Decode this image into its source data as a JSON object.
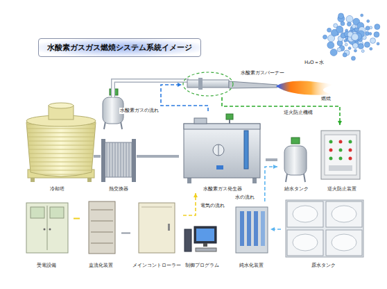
{
  "diagram": {
    "title": "水酸素ガスガス燃焼システム系統イメージ",
    "nodes": [
      {
        "text": [
          "冷却塔"
        ]
      },
      {
        "text": [
          "熱交換器"
        ]
      },
      {
        "text": [
          "水酸素ガス発生器"
        ]
      },
      {
        "text": [
          "給水タンク"
        ]
      },
      {
        "text": [
          "逆火防止装置"
        ]
      },
      {
        "text": [
          "受電設備"
        ]
      },
      {
        "text": [
          "直流化装置"
        ]
      },
      {
        "text": [
          "メインコントローラー"
        ]
      },
      {
        "text": [
          "制御プログラム"
        ]
      },
      {
        "text": [
          "純水化装置"
        ]
      },
      {
        "text": [
          "原水タンク"
        ]
      },
      {
        "text": [
          "水酸素ガスバーナー"
        ]
      }
    ],
    "edges": [
      {
        "from": 0,
        "to": 1,
        "arrow": "none"
      },
      {
        "from": 1,
        "to": 2,
        "arrow": "none"
      },
      {
        "from": 3,
        "to": 2,
        "arrow": "none"
      },
      {
        "from": 2,
        "to": 11,
        "arrow": "to",
        "label": "水酸素ガスの流れ"
      },
      {
        "from": 11,
        "to": 4,
        "arrow": "to",
        "label": "逆火防止機構"
      },
      {
        "from": 7,
        "to": 2,
        "arrow": "to",
        "label": "電気の流れ"
      },
      {
        "from": 5,
        "to": 6,
        "arrow": "none"
      },
      {
        "from": 6,
        "to": 7,
        "arrow": "none"
      },
      {
        "from": 9,
        "to": 3,
        "arrow": "to",
        "label": "水の流れ"
      },
      {
        "from": 10,
        "to": 9,
        "arrow": "to"
      }
    ],
    "labels": [
      "燃焼",
      "H₂O＝水"
    ]
  }
}
